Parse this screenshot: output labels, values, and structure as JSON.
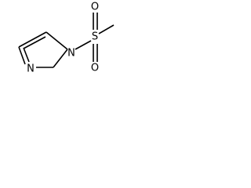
{
  "molecule": {
    "atoms": {
      "n1": "N",
      "n3": "N",
      "s": "S",
      "o_top": "O",
      "o_bottom": "O"
    }
  }
}
